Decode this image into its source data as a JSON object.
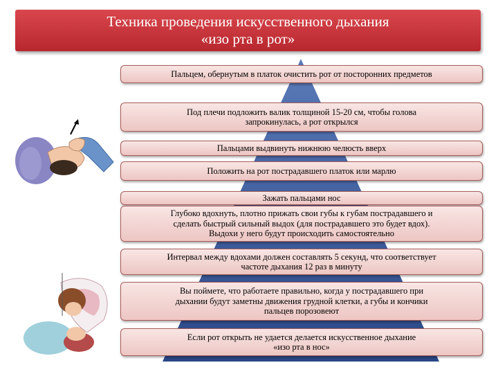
{
  "title": {
    "line1": "Техника проведения искусственного дыхания",
    "line2": "«изо рта в рот»"
  },
  "colors": {
    "title_bg": "#c8353c",
    "step_bg": "#f3d6d3",
    "step_border": "#a65d5a",
    "pyramid": "#2f4f8f"
  },
  "steps": [
    {
      "lines": [
        "Пальцем, обернутым в платок очистить рот от посторонних предметов"
      ]
    },
    {
      "lines": [
        "Под плечи подложить валик толщиной 15-20 см, чтобы голова",
        "запрокинулась, а рот открылся"
      ]
    },
    {
      "lines": [
        "Пальцами выдвинуть нижнюю челюсть вверх"
      ]
    },
    {
      "lines": [
        "Положить на рот пострадавшего платок или марлю"
      ]
    },
    {
      "lines": [
        "Зажать пальцами нос"
      ]
    },
    {
      "lines": [
        "Глубоко вдохнуть, плотно прижать свои губы к губам пострадавшего и",
        "сделать быстрый сильный выдох (для пострадавшего это будет вдох).",
        "Выдохи у него будут происходить самостоятельно"
      ]
    },
    {
      "lines": [
        "Интервал между вдохами должен составлять 5 секунд, что соответствует",
        "частоте дыхания 12 раз в минуту"
      ]
    },
    {
      "lines": [
        "Вы поймете, что работаете правильно, когда у пострадавшего при",
        "дыхании будут заметны движения грудной клетки, а губы и кончики",
        "пальцев порозовеют"
      ]
    },
    {
      "lines": [
        "Если рот открыть не удается делается искусственное дыхание",
        "«изо рта в нос»"
      ]
    }
  ],
  "illustrations": [
    {
      "icon": "head-tilt-illustration-icon"
    },
    {
      "icon": "rescue-breathing-illustration-icon"
    }
  ]
}
